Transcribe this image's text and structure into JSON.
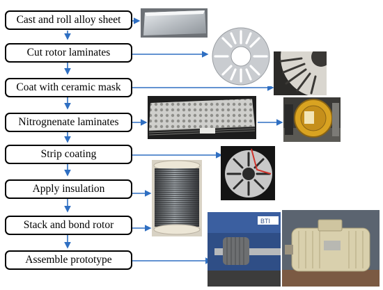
{
  "steps": [
    {
      "label": "Cast and roll alloy sheet"
    },
    {
      "label": "Cut rotor laminates"
    },
    {
      "label": "Coat with ceramic mask"
    },
    {
      "label": "Nitrognenate laminates"
    },
    {
      "label": "Strip coating"
    },
    {
      "label": "Apply insulation"
    },
    {
      "label": "Stack and bond rotor"
    },
    {
      "label": "Assemble prototype"
    }
  ],
  "photos": [
    {
      "subject": "alloy-sheet-photo"
    },
    {
      "subject": "rotor-laminate-photo"
    },
    {
      "subject": "masked-laminate-closeup-photo"
    },
    {
      "subject": "laminate-stack-photo"
    },
    {
      "subject": "nitriding-furnace-photo"
    },
    {
      "subject": "stripped-laminate-photo"
    },
    {
      "subject": "insulated-lamination-roll-photo"
    },
    {
      "subject": "rotor-on-test-rig-photo"
    },
    {
      "subject": "prototype-motor-photo"
    }
  ],
  "colors": {
    "arrow": "#2f6fc2",
    "box_border": "#000000",
    "text": "#000000"
  }
}
